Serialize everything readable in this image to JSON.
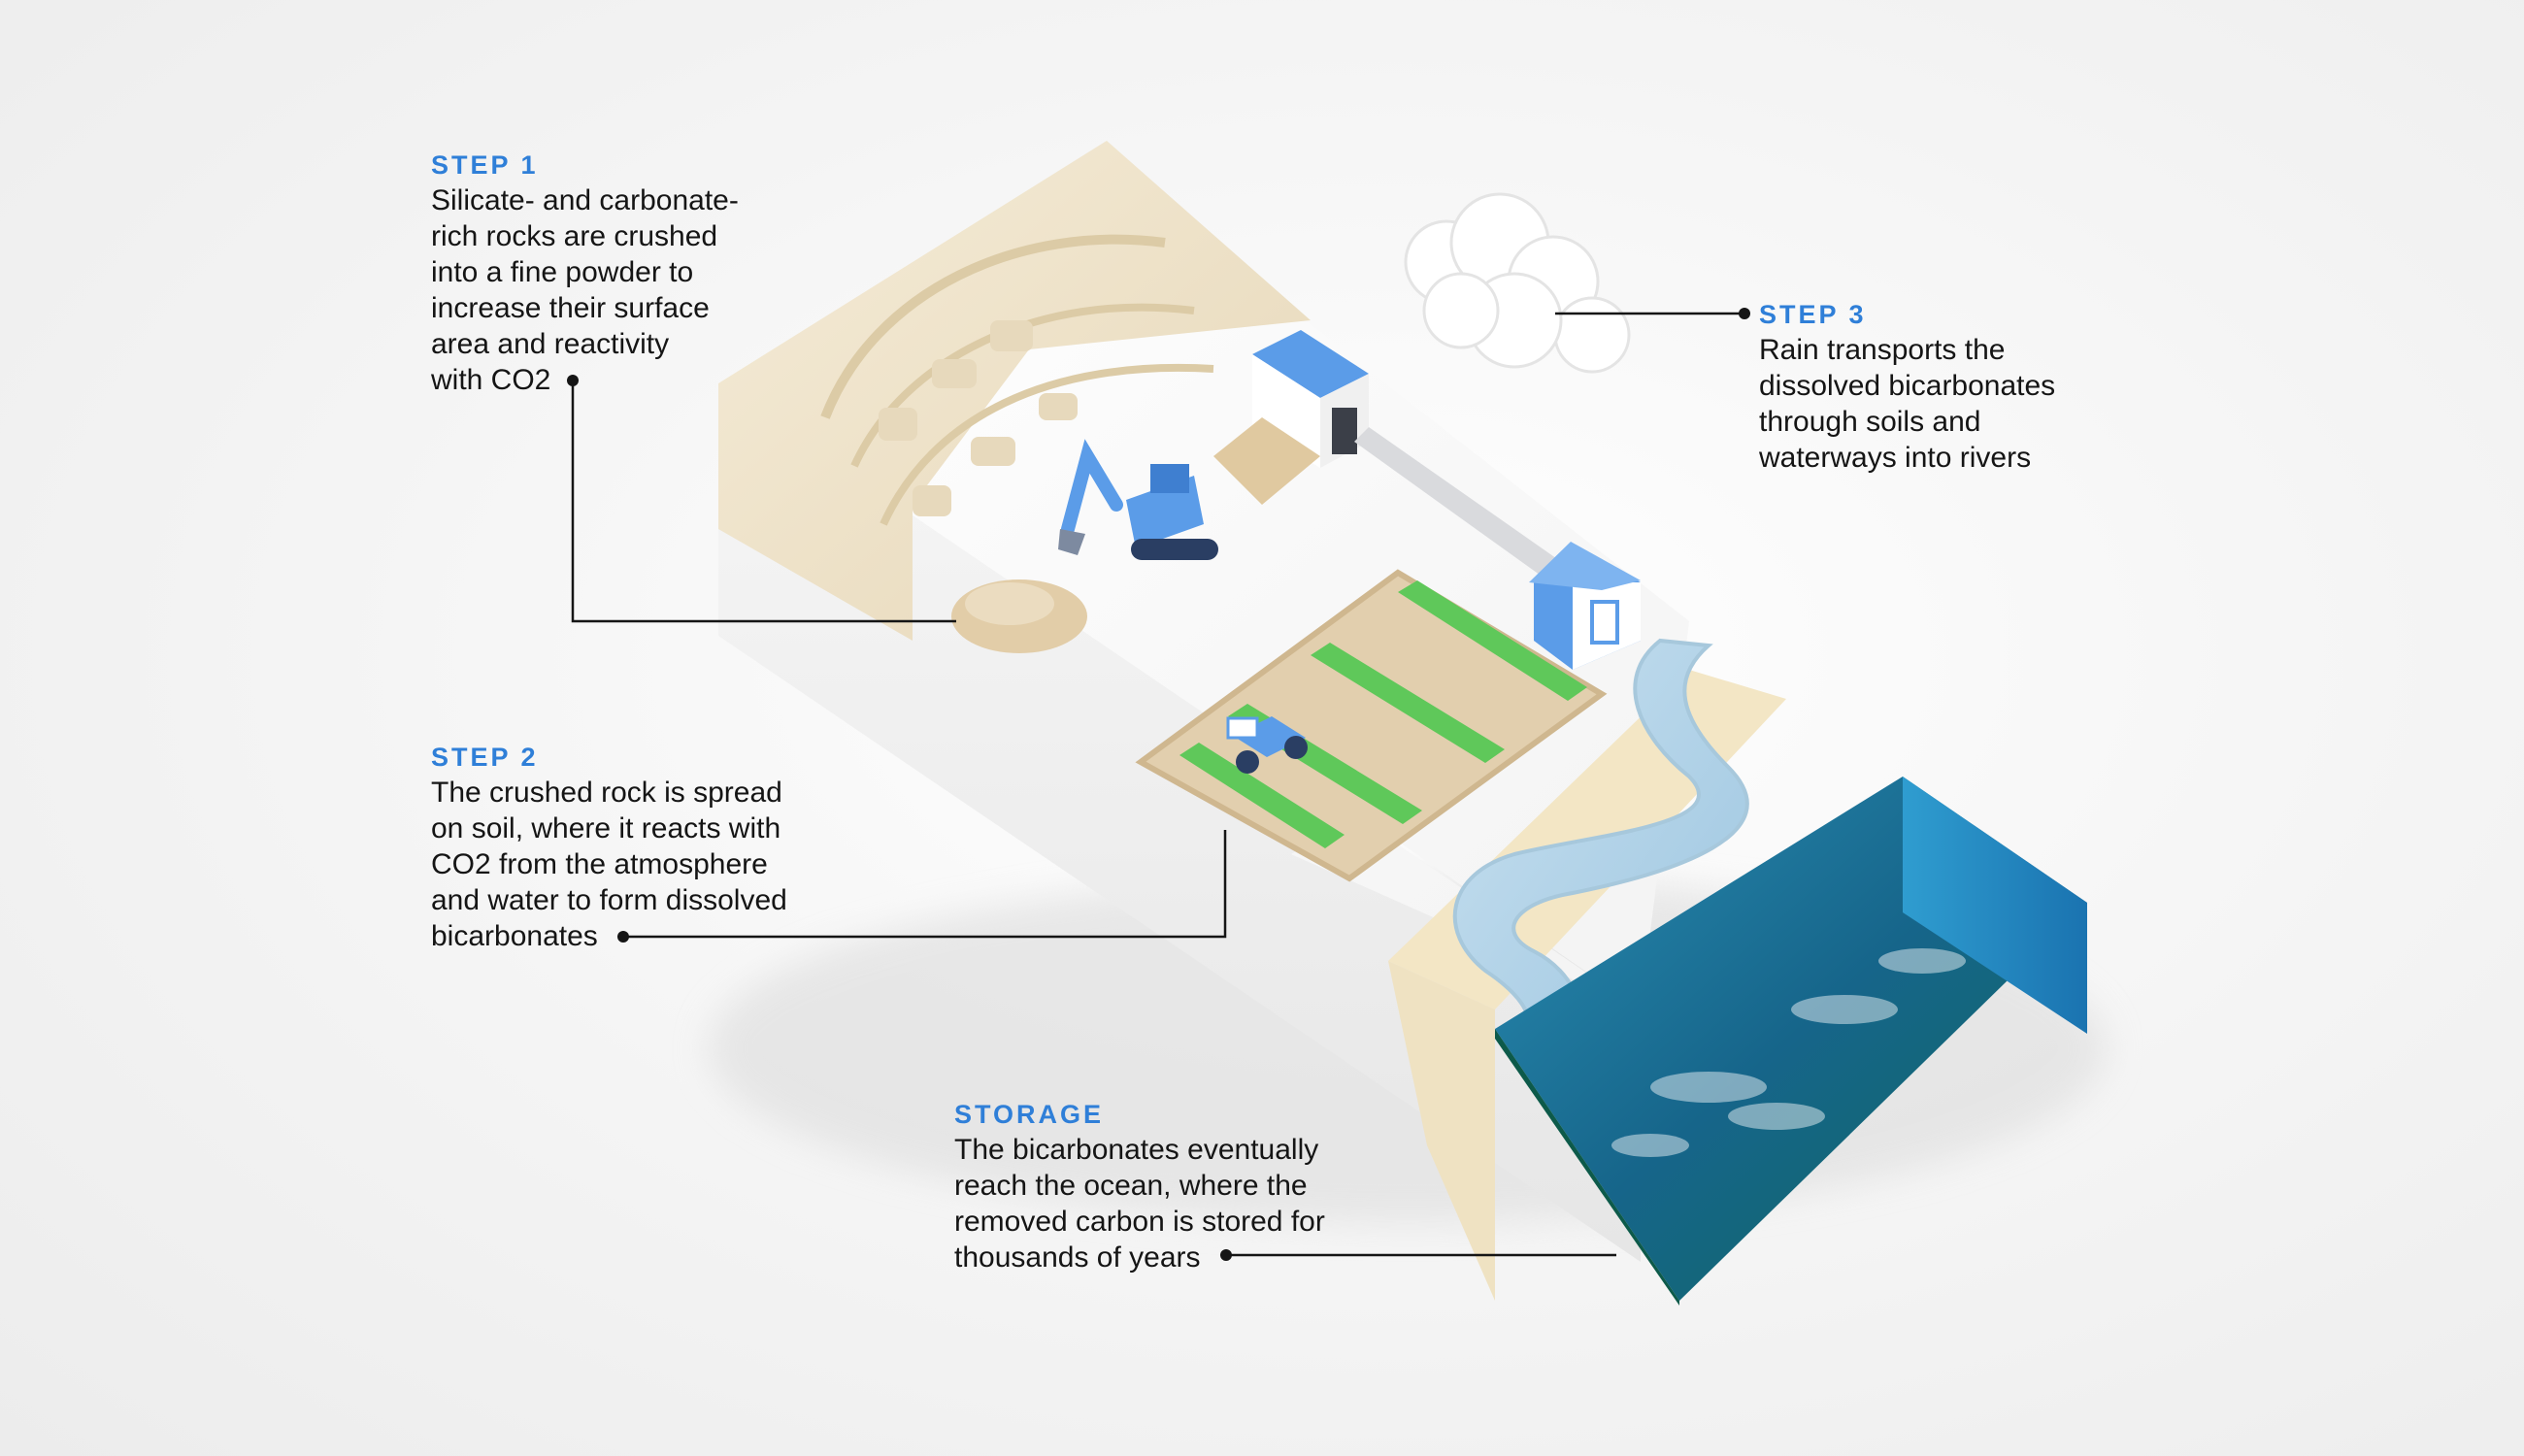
{
  "steps": {
    "step1": {
      "label": "STEP 1",
      "text": "Silicate- and carbonate-\nrich rocks are crushed\ninto a fine powder to\nincrease their surface\narea and reactivity\nwith CO2"
    },
    "step2": {
      "label": "STEP 2",
      "text": "The crushed rock is spread\non soil, where it reacts with\nCO2 from the atmosphere\nand water to form dissolved\nbicarbonates"
    },
    "step3": {
      "label": "STEP 3",
      "text": "Rain transports the\ndissolved bicarbonates\nthrough soils and\nwaterways into rivers"
    },
    "storage": {
      "label": "STORAGE",
      "text": "The bicarbonates eventually\nreach the ocean, where the\nremoved carbon is stored for\nthousands of years"
    }
  },
  "colors": {
    "accent": "#2f7fd8",
    "text": "#151515",
    "rock": "#efe4cc",
    "field": "#e2cfae",
    "crop": "#5fc85a",
    "machine": "#5b9ce8",
    "ocean": "#1b6f8f"
  },
  "icons": [
    "cloud-icon",
    "excavator-icon",
    "tractor-icon",
    "barn-icon",
    "crusher-building-icon"
  ]
}
